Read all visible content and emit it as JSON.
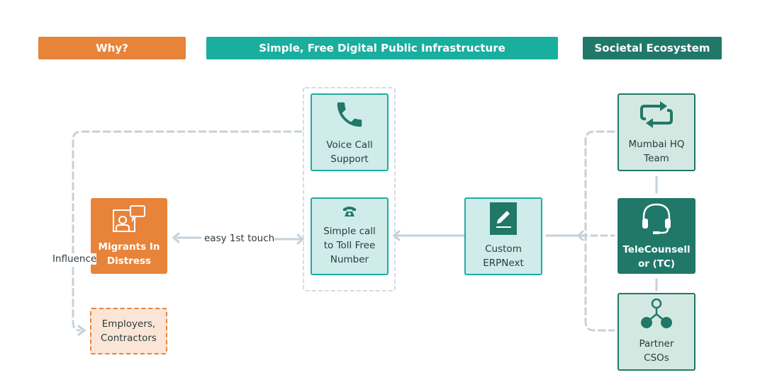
{
  "headers": {
    "why": "Why?",
    "infrastructure": "Simple, Free Digital Public Infrastructure",
    "ecosystem": "Societal Ecosystem"
  },
  "colors": {
    "orange": "#e8833a",
    "teal": "#1aae9f",
    "dark_green": "#207868",
    "connector": "#c5d1da"
  },
  "nodes": {
    "migrants": {
      "label": "Migrants In\nDistress",
      "icon": "person-speech-icon"
    },
    "employers": {
      "label": "Employers,\nContractors"
    },
    "voice_call": {
      "label": "Voice Call\nSupport",
      "icon": "phone-icon"
    },
    "toll_free": {
      "label": "Simple call\nto Toll Free\nNumber",
      "icon": "telephone-icon"
    },
    "erpnext": {
      "label": "Custom\nERPNext",
      "icon": "edit-icon"
    },
    "mumbai_hq": {
      "label": "Mumbai HQ\nTeam",
      "icon": "sync-icon"
    },
    "telecounsellor": {
      "label": "TeleCounsell\nor (TC)",
      "icon": "headset-icon"
    },
    "partner_csos": {
      "label": "Partner\nCSOs",
      "icon": "network-icon"
    }
  },
  "edges": {
    "easy_touch": "easy 1st touch",
    "influence": "Influence"
  }
}
